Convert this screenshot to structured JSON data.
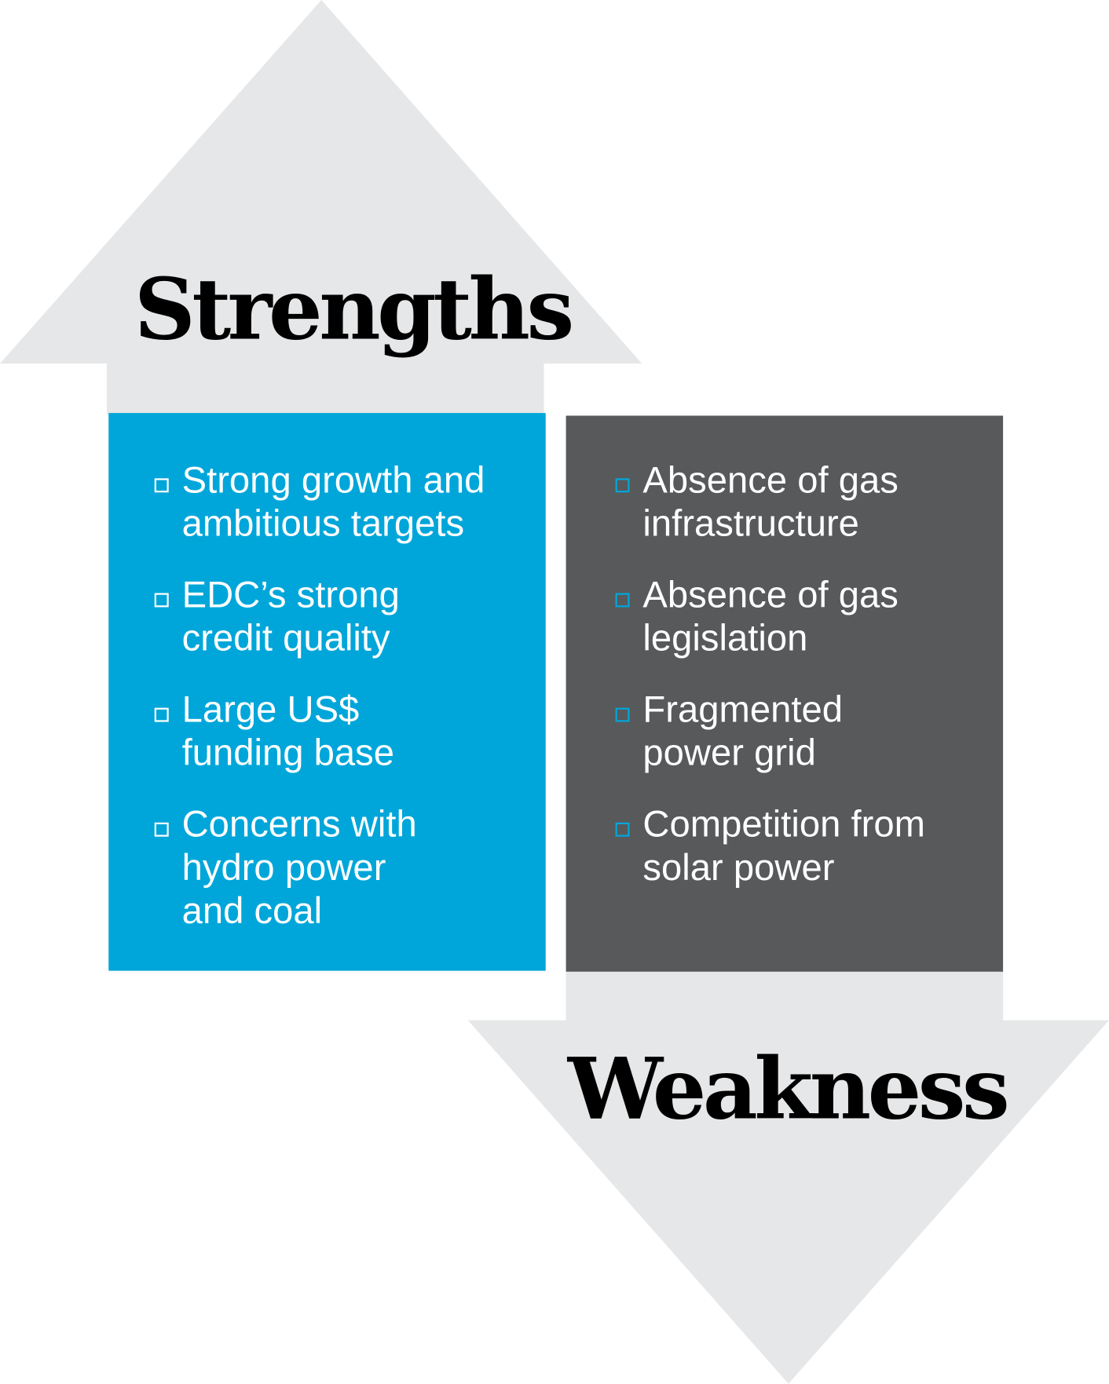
{
  "strengths": {
    "title": "Strengths",
    "color": "#00a6d9",
    "items": [
      {
        "label": "Strong growth and\nambitious targets"
      },
      {
        "label": "EDC’s strong\ncredit quality"
      },
      {
        "label": "Large US$\nfunding base"
      },
      {
        "label": "Concerns with\nhydro power\nand coal"
      }
    ]
  },
  "weakness": {
    "title": "Weakness",
    "color": "#58595b",
    "bullet_color": "#00a6d9",
    "items": [
      {
        "label": "Absence of gas\ninfrastructure"
      },
      {
        "label": "Absence of gas\nlegislation"
      },
      {
        "label": "Fragmented\npower grid"
      },
      {
        "label": "Competition from\nsolar power"
      }
    ]
  },
  "arrow_color": "#e6e7e8"
}
